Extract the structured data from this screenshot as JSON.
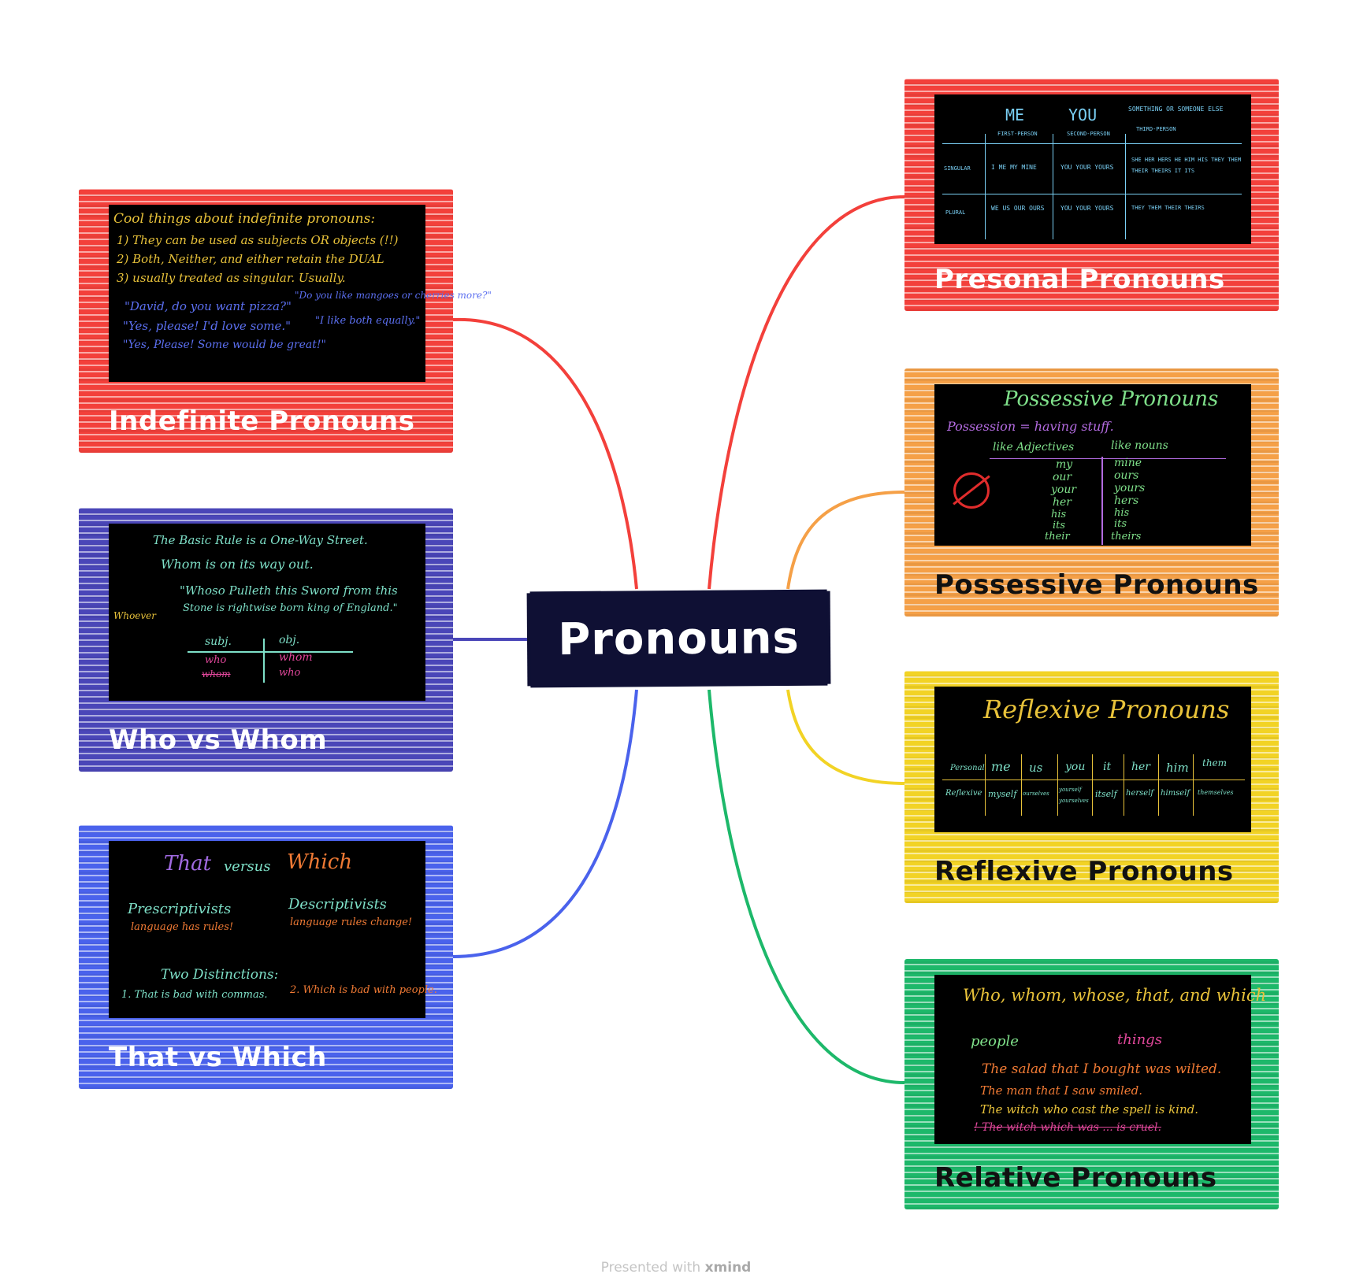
{
  "center": {
    "title": "Pronouns",
    "color": "#0f1034"
  },
  "footer": {
    "prefix": "Presented with ",
    "brand": "xmind"
  },
  "topics": [
    {
      "id": "indefinite",
      "label": "Indefinite Pronouns",
      "color": "#f3403b",
      "board": {
        "lines": [
          "Cool things about indefinite pronouns:",
          "1) They can be used as subjects OR objects (!!)",
          "2) Both, Neither, and either retain the DUAL",
          "3) usually treated as singular. Usually.",
          "\"David, do you want pizza?\"",
          "\"Yes, please! I'd love some.\"",
          "\"Yes, Please! Some would be great!\"",
          "\"Do you like mangoes or cherries more?\"",
          "\"I like both equally.\""
        ]
      }
    },
    {
      "id": "who-whom",
      "label": "Who vs Whom",
      "color": "#4a46b8",
      "board": {
        "lines": [
          "The Basic Rule is a One-Way Street.",
          "Whom is on its way out.",
          "\"Whoso Pulleth this Sword from this",
          "Stone is rightwise born king of England.\"",
          "Whoever",
          "subj.",
          "obj.",
          "who",
          "whom",
          "whom",
          "who"
        ]
      }
    },
    {
      "id": "that-which",
      "label": "That vs Which",
      "color": "#4a62ec",
      "board": {
        "lines": [
          "That",
          "versus",
          "Which",
          "Prescriptivists",
          "language has rules!",
          "Descriptivists",
          "language rules change!",
          "Two Distinctions:",
          "1. That is bad with commas.",
          "2. Which is bad with people."
        ]
      }
    },
    {
      "id": "personal",
      "label": "Presonal Pronouns",
      "color": "#f3403b",
      "board": {
        "headers": [
          "ME",
          "YOU",
          "SOMETHING OR SOMEONE ELSE"
        ],
        "subheaders": [
          "FIRST-PERSON",
          "SECOND-PERSON",
          "THIRD-PERSON"
        ],
        "rows": [
          {
            "name": "SINGULAR",
            "cells": [
              "I ME MY MINE",
              "YOU YOUR YOURS",
              "SHE HER HERS HE HIM HIS THEY THEM THEIR THEIRS IT ITS"
            ]
          },
          {
            "name": "PLURAL",
            "cells": [
              "WE US OUR OURS",
              "YOU YOUR YOURS",
              "THEY THEM THEIR THEIRS"
            ]
          }
        ]
      }
    },
    {
      "id": "possessive",
      "label": "Possessive Pronouns",
      "color": "#f5a047",
      "board": {
        "title": "Possessive Pronouns",
        "subtitle": "Possession = having stuff.",
        "col_headers": [
          "like Adjectives",
          "like nouns"
        ],
        "left": [
          "my",
          "our",
          "your",
          "her",
          "his",
          "its",
          "their"
        ],
        "right": [
          "mine",
          "ours",
          "yours",
          "hers",
          "his",
          "its",
          "theirs"
        ]
      }
    },
    {
      "id": "reflexive",
      "label": "Reflexive Pronouns",
      "color": "#f2d325",
      "board": {
        "title": "Reflexive Pronouns",
        "row_labels": [
          "Personal",
          "Reflexive"
        ],
        "personal": [
          "me",
          "us",
          "you",
          "it",
          "her",
          "him",
          "them"
        ],
        "reflexive": [
          "myself",
          "ourselves",
          "yourself yourselves",
          "itself",
          "herself",
          "himself",
          "themselves"
        ]
      }
    },
    {
      "id": "relative",
      "label": "Relative Pronouns",
      "color": "#1db86a",
      "board": {
        "lines": [
          "Who, whom, whose, that, and which",
          "people",
          "things",
          "The salad that I bought was wilted.",
          "The man that I saw smiled.",
          "The witch who cast the spell is kind.",
          "! The witch which was ... is cruel."
        ]
      }
    }
  ]
}
